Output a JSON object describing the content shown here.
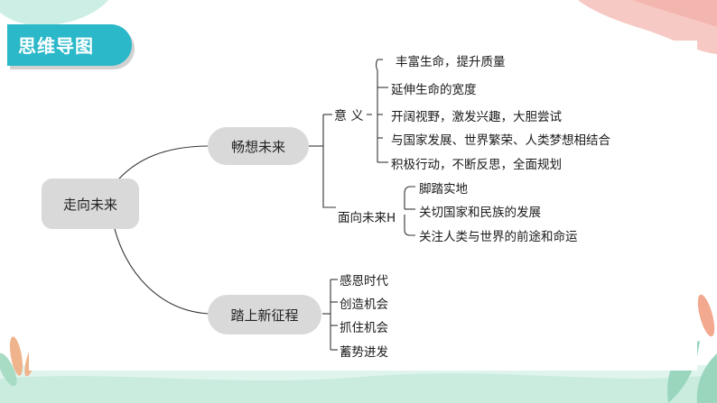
{
  "header": {
    "title": "思维导图"
  },
  "mindmap": {
    "root": "走向未来",
    "branch1": {
      "label": "畅想未来",
      "meaning": {
        "label": "意 义",
        "items": [
          "丰富生命，提升质量",
          "延伸生命的宽度",
          "开阔视野，激发兴趣，大胆尝试",
          "与国家发展、世界繁荣、人类梦想相结合",
          "积极行动，不断反思，全面规划"
        ]
      },
      "facing": {
        "label": "面向未来H",
        "items": [
          "脚踏实地",
          "关切国家和民族的发展",
          "关注人类与世界的前途和命运"
        ]
      }
    },
    "branch2": {
      "label": "踏上新征程",
      "items": [
        "感恩时代",
        "创造机会",
        "抓住机会",
        "蓄势进发"
      ]
    }
  },
  "colors": {
    "accent": "#2bb8c9",
    "node_fill": "#d9d9d9",
    "decor_pink": "#f7c9c4",
    "decor_green": "#b9e4d6"
  }
}
